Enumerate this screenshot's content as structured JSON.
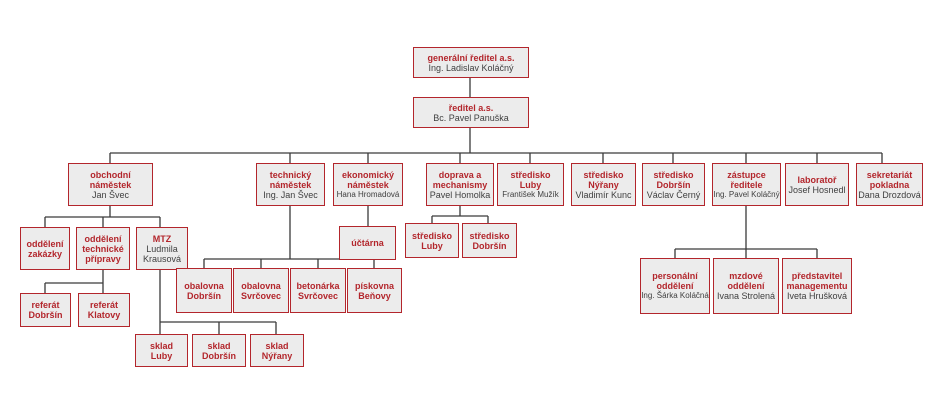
{
  "org": {
    "gr": {
      "title": "generální ředitel a.s.",
      "person": "Ing. Ladislav Koláčný"
    },
    "r": {
      "title": "ředitel a.s.",
      "person": "Bc. Pavel Panuška"
    },
    "on": {
      "title": "obchodní\nnáměstek",
      "person": "Jan Švec"
    },
    "tn": {
      "title": "technický\nnáměstek",
      "person": "Ing. Jan Švec"
    },
    "en": {
      "title": "ekonomický\nnáměstek",
      "person": "Hana Hromadová"
    },
    "dm": {
      "title": "doprava a\nmechanismy",
      "person": "Pavel Homolka"
    },
    "sl": {
      "title": "středisko\nLuby",
      "person": "František Mužík"
    },
    "sn": {
      "title": "středisko\nNýřany",
      "person": "Vladimír Kunc"
    },
    "sd": {
      "title": "středisko\nDobršín",
      "person": "Václav Černý"
    },
    "zr": {
      "title": "zástupce\nředitele",
      "person": "Ing. Pavel Koláčný"
    },
    "lab": {
      "title": "laboratoř",
      "person": "Josef Hosnedl"
    },
    "sp": {
      "title": "sekretariát\npokladna",
      "person": "Dana Drozdová"
    },
    "oz": {
      "title": "oddělení\nzakázky"
    },
    "otp": {
      "title": "oddělení\ntechnické\npřípravy"
    },
    "mtz": {
      "title": "MTZ",
      "person": "Ludmila\nKrausová"
    },
    "rd": {
      "title": "referát\nDobršín"
    },
    "rk": {
      "title": "referát\nKlatovy"
    },
    "sklL": {
      "title": "sklad\nLuby"
    },
    "sklD": {
      "title": "sklad\nDobršín"
    },
    "sklN": {
      "title": "sklad\nNýřany"
    },
    "obD": {
      "title": "obalovna\nDobršín"
    },
    "obS": {
      "title": "obalovna\nSvrčovec"
    },
    "bet": {
      "title": "betonárka\nSvrčovec"
    },
    "pis": {
      "title": "pískovna\nBeňovy"
    },
    "uct": {
      "title": "účtárna"
    },
    "dsl": {
      "title": "středisko\nLuby"
    },
    "dsd": {
      "title": "středisko\nDobršín"
    },
    "po": {
      "title": "personální\noddělení",
      "person": "Ing. Šárka Koláčná"
    },
    "mo": {
      "title": "mzdové\noddělení",
      "person": "Ivana Strolená"
    },
    "pm": {
      "title": "představitel\nmanagementu",
      "person": "Iveta Hrušková"
    }
  }
}
